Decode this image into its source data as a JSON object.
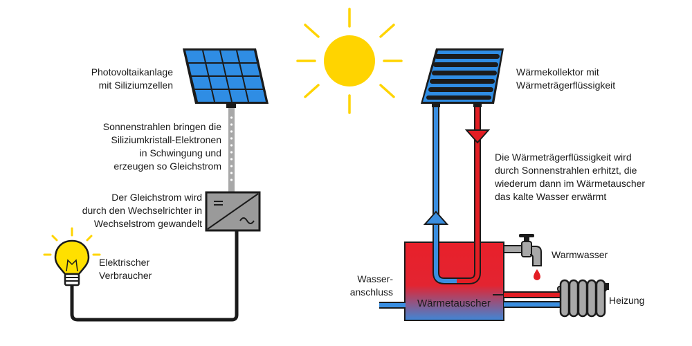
{
  "left": {
    "pv_label": [
      "Photovoltaikanlage",
      "mit Siliziumzellen"
    ],
    "rays_label": [
      "Sonnenstrahlen bringen die",
      "Siliziumkristall-Elektronen",
      "in Schwingung und",
      "erzeugen so Gleichstrom"
    ],
    "inverter_label": [
      "Der Gleichstrom wird",
      "durch den Wechselrichter in",
      "Wechselstrom gewandelt"
    ],
    "consumer_label": [
      "Elektrischer",
      "Verbraucher"
    ]
  },
  "right": {
    "collector_label": [
      "Wärmekollektor mit",
      "Wärmeträgerflüssigkeit"
    ],
    "fluid_label": [
      "Die Wärmeträgerflüssigkeit wird",
      "durch Sonnenstrahlen erhitzt, die",
      "wiederum dann im Wärmetauscher",
      "das kalte Wasser erwärmt"
    ],
    "warm_water_label": "Warmwasser",
    "water_inlet_label": [
      "Wasser-",
      "anschluss"
    ],
    "exchanger_label": "Wärmetauscher",
    "heating_label": "Heizung"
  },
  "colors": {
    "sun": "#ffd400",
    "panel_blue": "#2f8de4",
    "cold_pipe": "#3a8ee0",
    "hot_pipe": "#e31e24",
    "tank_top": "#e8202a",
    "tank_bottom": "#3f86d6",
    "bulb": "#ffe000",
    "inverter": "#9a9a9a"
  },
  "icons": [
    "sun-icon",
    "solar-panel-icon",
    "inverter-icon",
    "light-bulb-icon",
    "thermal-collector-icon",
    "water-tap-icon",
    "radiator-icon"
  ]
}
